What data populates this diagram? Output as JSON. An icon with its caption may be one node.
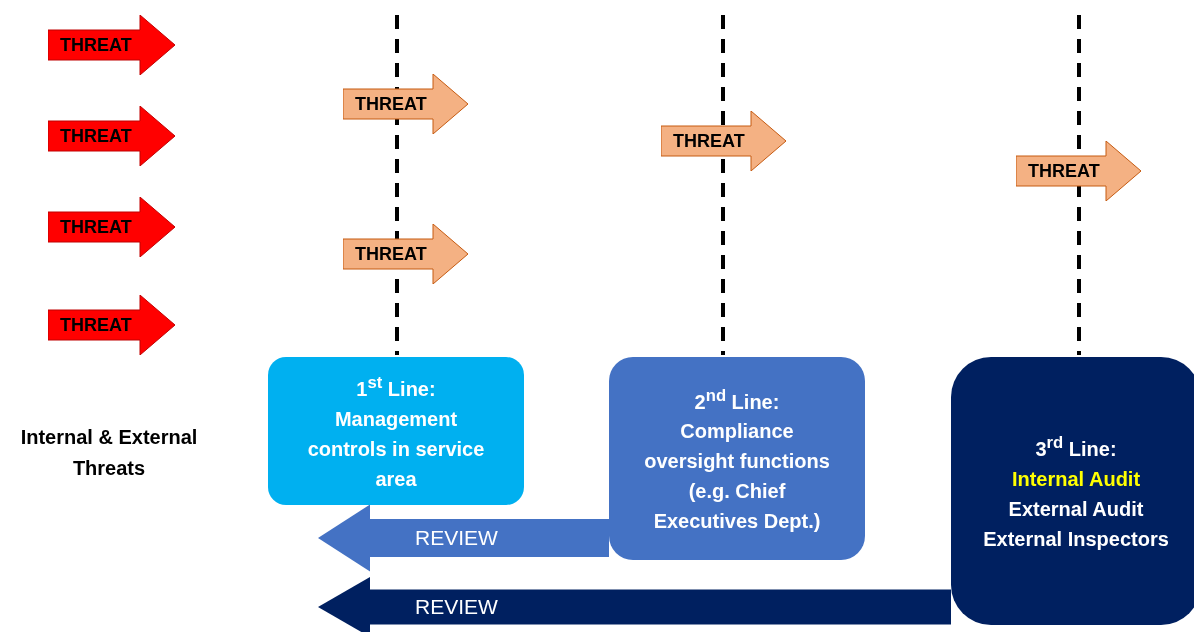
{
  "diagram": {
    "nodes": [
      {
        "text": [
          "THREAT"
        ]
      },
      {
        "text": [
          "THREAT"
        ]
      },
      {
        "text": [
          "THREAT"
        ]
      },
      {
        "text": [
          "THREAT"
        ]
      },
      {
        "text": [
          "THREAT"
        ]
      },
      {
        "text": [
          "THREAT"
        ]
      },
      {
        "text": [
          "THREAT"
        ]
      },
      {
        "text": [
          "THREAT"
        ]
      },
      {
        "text": [
          "1$^{st}$ Line:",
          "Management controls in service area"
        ]
      },
      {
        "text": [
          "2$^{nd}$ Line:",
          "Compliance oversight functions (e.g. Chief Executives Dept.)"
        ]
      },
      {
        "text": [
          "3$^{rd}$ Line:",
          "Internal Audit",
          "External Audit",
          "External Inspectors"
        ]
      }
    ],
    "edges": [
      {
        "from": 9,
        "to": 8,
        "arrow": "to",
        "label": "REVIEW",
        "color": "#4472c4"
      },
      {
        "from": 10,
        "to": 8,
        "arrow": "to",
        "label": "REVIEW",
        "color": "#002060"
      }
    ],
    "labels": [
      "Internal & External Threats"
    ]
  }
}
